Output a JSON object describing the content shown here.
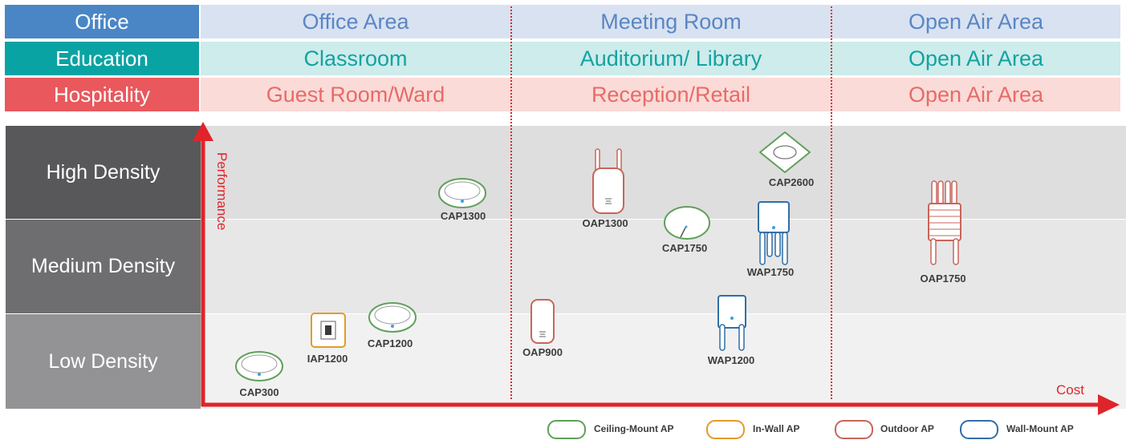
{
  "table": {
    "rows": [
      {
        "category": "Office",
        "cells": [
          "Office Area",
          "Meeting Room",
          "Open Air Area"
        ],
        "header_color": "#4a86c5",
        "cell_bg": "#d8e2f1",
        "text_color": "#5a86c4"
      },
      {
        "category": "Education",
        "cells": [
          "Classroom",
          "Auditorium/ Library",
          "Open Air Area"
        ],
        "header_color": "#0aa3a3",
        "cell_bg": "#cdeceb",
        "text_color": "#13a3a1"
      },
      {
        "category": "Hospitality",
        "cells": [
          "Guest Room/Ward",
          "Reception/Retail",
          "Open Air Area"
        ],
        "header_color": "#e8585c",
        "cell_bg": "#fadbd8",
        "text_color": "#e96a66"
      }
    ]
  },
  "density": {
    "levels": [
      "High Density",
      "Medium Density",
      "Low Density"
    ],
    "colors": [
      "#58585a",
      "#6e6e70",
      "#939395"
    ],
    "band_colors": [
      "#dedede",
      "#e7e7e7",
      "#f1f1f1"
    ]
  },
  "axes": {
    "y_label": "Performance",
    "x_label": "Cost",
    "color": "#e0242b"
  },
  "devices": {
    "cap300": "CAP300",
    "iap1200": "IAP1200",
    "cap1200": "CAP1200",
    "cap1300": "CAP1300",
    "oap900": "OAP900",
    "oap1300": "OAP1300",
    "cap1750": "CAP1750",
    "cap2600": "CAP2600",
    "wap1750": "WAP1750",
    "wap1200": "WAP1200",
    "oap1750": "OAP1750"
  },
  "legend": [
    {
      "label": "Ceiling-Mount AP",
      "color": "#5fa05a"
    },
    {
      "label": "In-Wall AP",
      "color": "#e49a2b"
    },
    {
      "label": "Outdoor AP",
      "color": "#c8655a"
    },
    {
      "label": "Wall-Mount AP",
      "color": "#2f6ea8"
    }
  ]
}
